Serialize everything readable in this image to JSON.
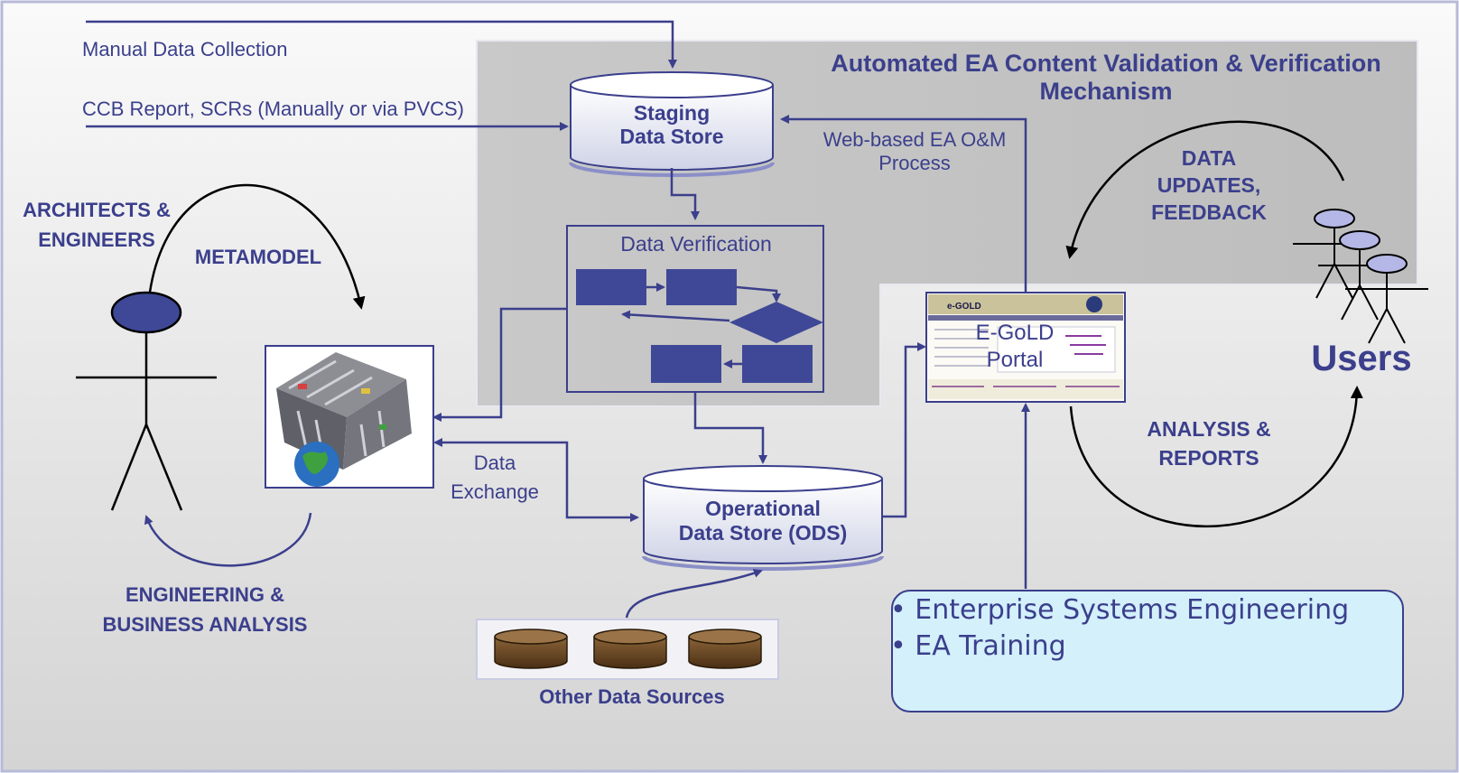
{
  "title": "Automated EA Content Validation & Verification Mechanism",
  "title_line1": "Automated EA Content Validation & Verification",
  "title_line2": "Mechanism",
  "inputs": {
    "manual": "Manual Data Collection",
    "ccb": "CCB Report, SCRs (Manually or via PVCS)"
  },
  "staging": {
    "line1": "Staging",
    "line2": "Data Store"
  },
  "web_process": {
    "line1": "Web-based EA O&M",
    "line2": "Process"
  },
  "verification": {
    "title": "Data Verification"
  },
  "ods": {
    "line1": "Operational",
    "line2": "Data Store (ODS)"
  },
  "data_exchange": {
    "line1": "Data",
    "line2": "Exchange"
  },
  "other_sources": "Other Data Sources",
  "architects": {
    "line1": "ARCHITECTS &",
    "line2": "ENGINEERS"
  },
  "metamodel": "METAMODEL",
  "eng_business": {
    "line1": "ENGINEERING &",
    "line2": "BUSINESS ANALYSIS"
  },
  "portal": {
    "line1": "E-GoLD",
    "line2": "Portal",
    "header": "e-GOLD"
  },
  "data_updates": {
    "line1": "DATA",
    "line2": "UPDATES,",
    "line3": "FEEDBACK"
  },
  "analysis": {
    "line1": "ANALYSIS &",
    "line2": "REPORTS"
  },
  "users": "Users",
  "services": [
    "Enterprise Systems Engineering",
    "EA Training"
  ],
  "colors": {
    "accent": "#3b3f8c",
    "box_fill": "#3f4896",
    "callout_fill": "#d3f0fb",
    "shaded_region": "#c2c2c2",
    "cylinder": "#6b4a2a"
  }
}
